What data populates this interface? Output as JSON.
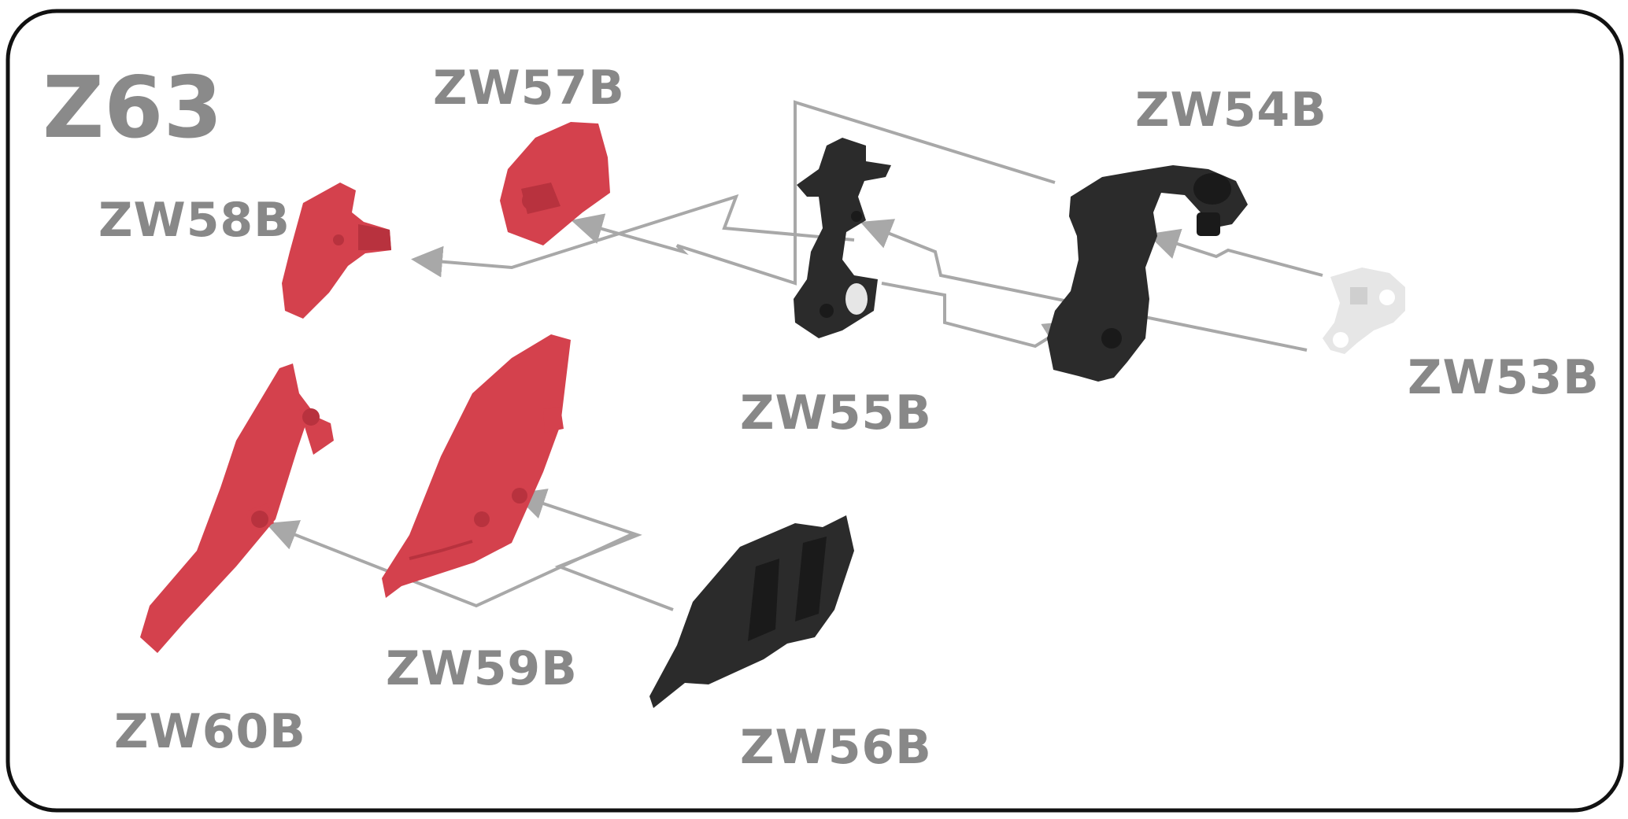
{
  "diagram": {
    "title": "Z63",
    "parts": [
      {
        "id": "ZW53B",
        "label": "ZW53B",
        "color": "#e6e6e6"
      },
      {
        "id": "ZW54B",
        "label": "ZW54B",
        "color": "#2b2b2b"
      },
      {
        "id": "ZW55B",
        "label": "ZW55B",
        "color": "#2b2b2b"
      },
      {
        "id": "ZW56B",
        "label": "ZW56B",
        "color": "#2b2b2b"
      },
      {
        "id": "ZW57B",
        "label": "ZW57B",
        "color": "#d4414d"
      },
      {
        "id": "ZW58B",
        "label": "ZW58B",
        "color": "#d4414d"
      },
      {
        "id": "ZW59B",
        "label": "ZW59B",
        "color": "#d4414d"
      },
      {
        "id": "ZW60B",
        "label": "ZW60B",
        "color": "#d4414d"
      }
    ],
    "label_color": "#888888",
    "leader_color": "#a8a8a8",
    "frame_color": "#111111"
  }
}
